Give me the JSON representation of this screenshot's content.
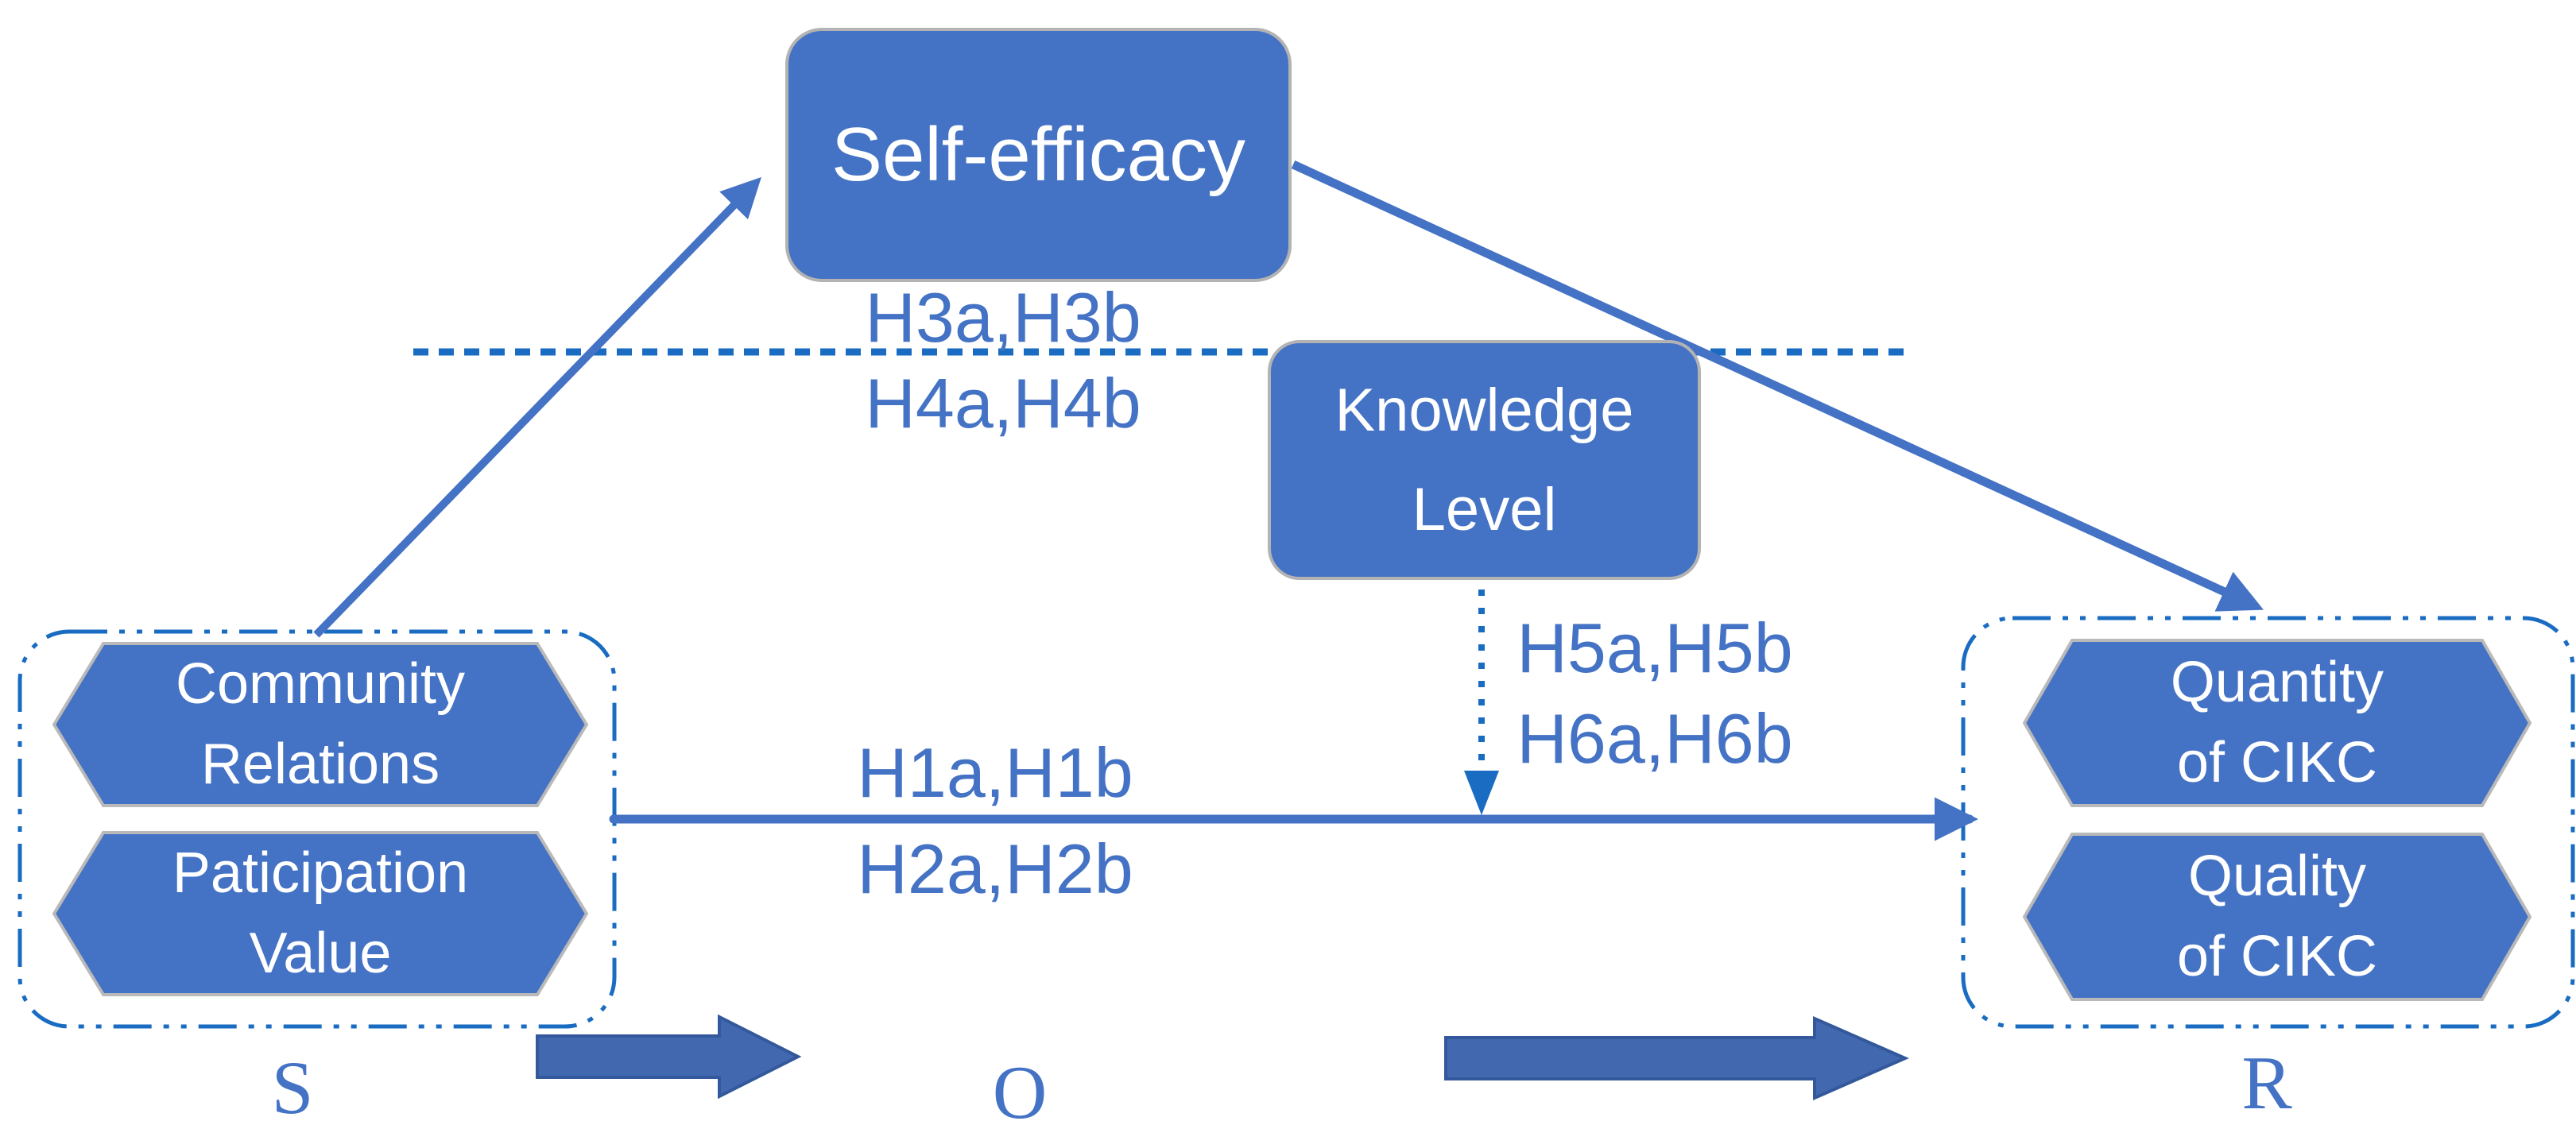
{
  "figure": {
    "type": "research-model-diagram",
    "framework": "S-O-R"
  },
  "colors": {
    "node_fill": "#4472c4",
    "node_border": "#b3b3b3",
    "node_text": "#ffffff",
    "connector": "#4472c4",
    "dashed_line": "#1a6cc2",
    "hypothesis_text": "#4472c4",
    "block_arrow_fill": "#4269af",
    "block_arrow_border": "#33589b",
    "sor_text": "#4472c4"
  },
  "nodes": {
    "self_efficacy": {
      "label": "Self-efficacy"
    },
    "knowledge_level": {
      "line1": "Knowledge",
      "line2": "Level"
    },
    "community_relations": {
      "line1": "Community",
      "line2": "Relations"
    },
    "paticipation_value": {
      "line1": "Paticipation",
      "line2": "Value"
    },
    "quantity_of_cikc": {
      "line1": "Quantity",
      "line2": "of CIKC"
    },
    "quality_of_cikc": {
      "line1": "Quality",
      "line2": "of CIKC"
    }
  },
  "hypotheses": {
    "h1": "H1a,H1b",
    "h2": "H2a,H2b",
    "h3": "H3a,H3b",
    "h4": "H4a,H4b",
    "h5": "H5a,H5b",
    "h6": "H6a,H6b"
  },
  "sor": {
    "s": "S",
    "o": "O",
    "r": "R"
  }
}
